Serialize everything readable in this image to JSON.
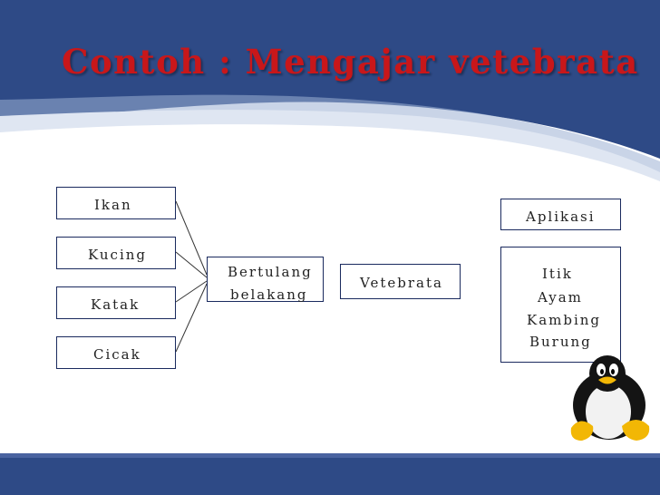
{
  "title": "Contoh : Mengajar vetebrata",
  "animals": [
    "Ikan",
    "Kucing",
    "Katak",
    "Cicak"
  ],
  "trait": [
    "Bertulang",
    "belakang"
  ],
  "category": "Vetebrata",
  "application_title": "Aplikasi",
  "application_items": [
    "Itik",
    "Ayam",
    "Kambing",
    "Burung"
  ],
  "colors": {
    "title": "#c8171a",
    "header_blue": "#2e4a86",
    "box_border": "#1a2a5e"
  },
  "mascot_icon": "penguin-icon"
}
